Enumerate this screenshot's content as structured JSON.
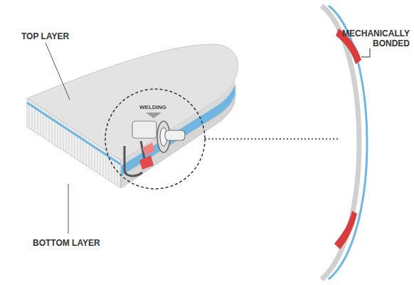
{
  "diagram": {
    "labels": [
      "TOP LAYER",
      "WELDING",
      "MECHANICALLY BONDED",
      "BOTTOM LAYER"
    ]
  }
}
